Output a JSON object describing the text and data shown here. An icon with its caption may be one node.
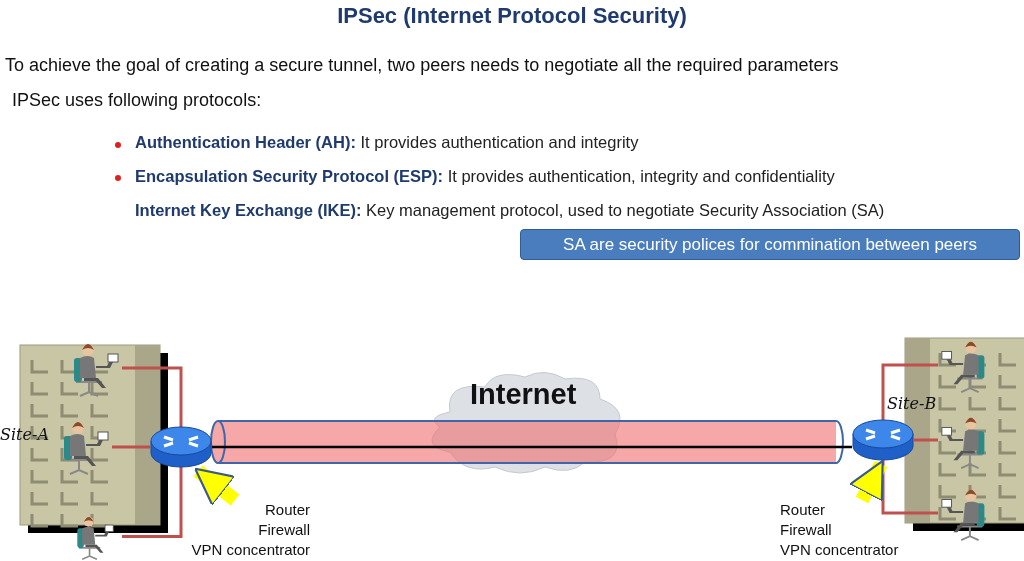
{
  "diagram": {
    "title": "IPSec (Internet Protocol Security)",
    "nodes": [
      {
        "text": [
          "Internet"
        ]
      },
      {
        "text": [],
        "shape": "picture"
      },
      {
        "text": [],
        "shape": "picture"
      },
      {
        "text": [],
        "shape": "picture"
      },
      {
        "text": [],
        "shape": "cylinder"
      },
      {
        "text": [],
        "shape": "cylinder"
      },
      {
        "text": [],
        "shape": "picture"
      },
      {
        "text": [],
        "shape": "picture"
      },
      {
        "text": [],
        "shape": "picture"
      },
      {
        "text": [
          "Router",
          "Firewall",
          "VPN concentrator"
        ]
      },
      {
        "text": [
          "Router",
          "Firewall",
          "VPN concentrator"
        ]
      },
      {
        "text": [
          "SA are security polices for commination between peers"
        ]
      }
    ],
    "edges": [
      {
        "from": 1,
        "to": 4,
        "arrow": "none"
      },
      {
        "from": 2,
        "to": 4,
        "arrow": "none"
      },
      {
        "from": 3,
        "to": 4,
        "arrow": "none"
      },
      {
        "from": 6,
        "to": 5,
        "arrow": "none"
      },
      {
        "from": 7,
        "to": 5,
        "arrow": "none"
      },
      {
        "from": 8,
        "to": 5,
        "arrow": "none"
      },
      {
        "from": 4,
        "to": 5,
        "arrow": "none",
        "color": "#000000"
      },
      {
        "from": 9,
        "to": 4,
        "arrow": "to",
        "style": "thick",
        "color": "#ffff00"
      },
      {
        "from": 10,
        "to": 5,
        "arrow": "to",
        "style": "thick",
        "color": "#ffff00"
      }
    ],
    "labels": [
      "To achieve the goal of creating a secure tunnel, two peers needs to negotiate all the required parameters",
      "IPSec uses following protocols:",
      "**Authentication Header (AH):** It provides authentication and integrity",
      "**Encapsulation Security Protocol (ESP):** It provides authentication, integrity and confidentiality",
      "**Internet Key Exchange (IKE):** Key management protocol, used to negotiate Security Association (SA)",
      "Site-A",
      "Site-B"
    ]
  }
}
